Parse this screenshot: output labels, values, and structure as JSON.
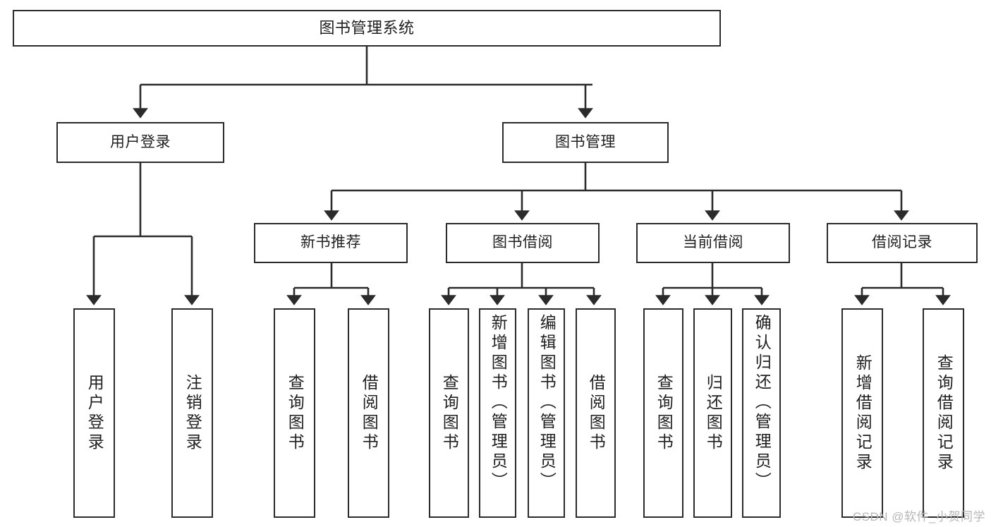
{
  "diagram": {
    "title": "图书管理系统",
    "type": "functional-structure-tree",
    "colors": {
      "box_border": "#2b2b2b",
      "box_fill": "#ffffff",
      "connector": "#2b2b2b",
      "text": "#1f1f1f",
      "watermark": "#b6b6b6"
    },
    "root": {
      "label": "图书管理系统"
    },
    "tier2": [
      {
        "label": "用户登录"
      },
      {
        "label": "图书管理"
      }
    ],
    "tier3": [
      {
        "label": "新书推荐"
      },
      {
        "label": "图书借阅"
      },
      {
        "label": "当前借阅"
      },
      {
        "label": "借阅记录"
      }
    ],
    "leaves": {
      "user_login": [
        {
          "label": "用户登录"
        },
        {
          "label": "注销登录"
        }
      ],
      "new_book": [
        {
          "label": "查询图书"
        },
        {
          "label": "借阅图书"
        }
      ],
      "book_borrow": [
        {
          "label": "查询图书"
        },
        {
          "label": "新增图书（管理员）"
        },
        {
          "label": "编辑图书（管理员）"
        },
        {
          "label": "借阅图书"
        }
      ],
      "current_borrow": [
        {
          "label": "查询图书"
        },
        {
          "label": "归还图书"
        },
        {
          "label": "确认归还（管理员）"
        }
      ],
      "borrow_record": [
        {
          "label": "新增借阅记录"
        },
        {
          "label": "查询借阅记录"
        }
      ]
    },
    "watermark": "CSDN @软件_小贺同学"
  }
}
